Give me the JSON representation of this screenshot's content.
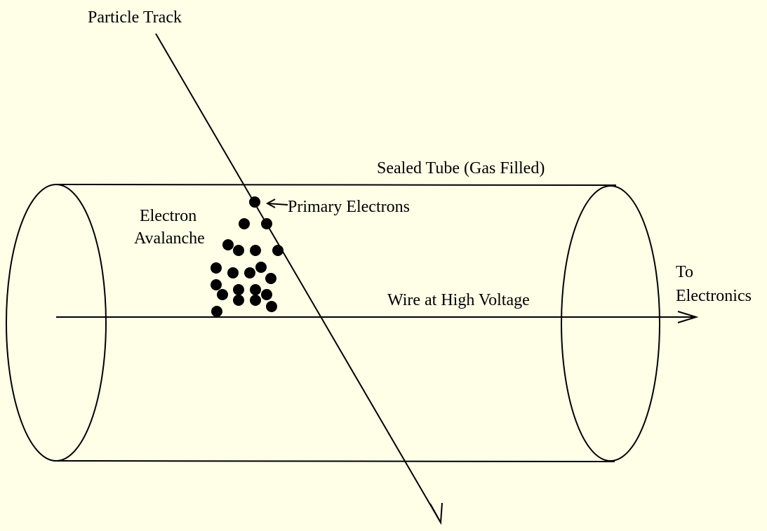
{
  "labels": {
    "particle_track": "Particle Track",
    "sealed_tube": "Sealed Tube (Gas Filled)",
    "primary_electrons": "Primary Electrons",
    "electron_avalanche_line1": "Electron",
    "electron_avalanche_line2": "Avalanche",
    "wire": "Wire at High Voltage",
    "to_electronics_line1": "To",
    "to_electronics_line2": "Electronics"
  },
  "colors": {
    "background": "#ffffe8",
    "ink": "#000000"
  }
}
